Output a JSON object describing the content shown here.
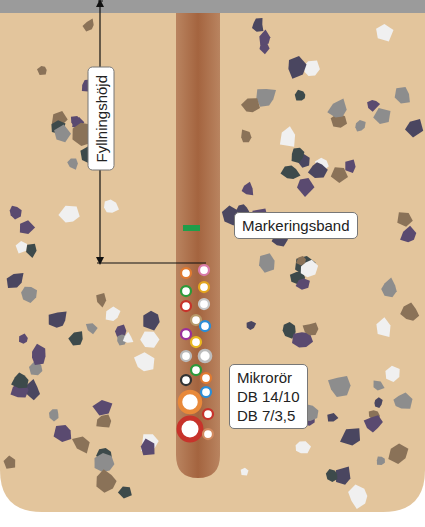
{
  "diagram": {
    "nodes": [
      {
        "text": [
          "Fyllningshöjd"
        ]
      },
      {
        "text": [
          "Markeringsband"
        ]
      },
      {
        "text": [
          "Mikrorör",
          "DB 14/10",
          "DB 7/3,5"
        ]
      }
    ]
  }
}
